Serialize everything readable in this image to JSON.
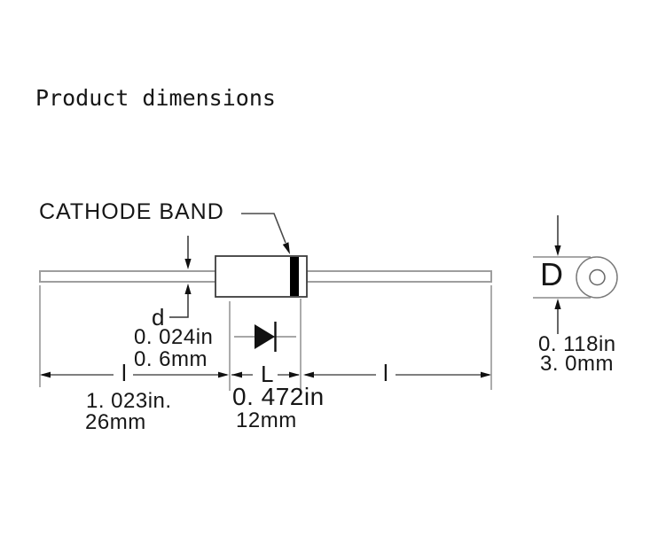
{
  "title": "Product dimensions",
  "colors": {
    "ink": "#161616",
    "line_gray": "#8a8a8a",
    "dimension_line": "#555555",
    "cathode_band": "#000000",
    "background": "#ffffff"
  },
  "diagram": {
    "cathode_label": "CATHODE BAND",
    "side_view": {
      "lead_diameter": {
        "symbol": "d",
        "inches": "0. 024in",
        "mm": "0. 6mm"
      },
      "lead_length_left": {
        "symbol": "l",
        "inches": "1. 023in.",
        "mm": "26mm"
      },
      "body_length": {
        "symbol": "L",
        "inches": "0. 472in",
        "mm": "12mm"
      },
      "lead_length_right": {
        "symbol": "l"
      }
    },
    "end_view": {
      "body_diameter": {
        "symbol": "D",
        "inches": "0. 118in",
        "mm": "3. 0mm"
      }
    }
  }
}
